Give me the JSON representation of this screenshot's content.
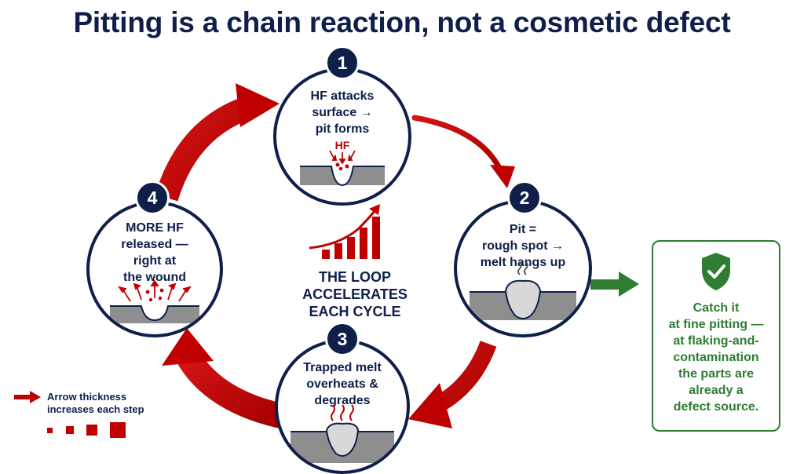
{
  "title": "Pitting is a chain reaction, not a cosmetic defect",
  "colors": {
    "navy": "#0f1f4a",
    "red": "#c00000",
    "green": "#2e7d32",
    "surface_gray": "#9a9a9a"
  },
  "steps": [
    {
      "number": "1",
      "lines": [
        "HF attacks",
        "surface →",
        "pit forms"
      ],
      "icon": "hf-attack-pit-icon",
      "hf_label": "HF"
    },
    {
      "number": "2",
      "lines": [
        "Pit =",
        "rough spot →",
        "melt hangs up"
      ],
      "icon": "melt-hang-up-icon"
    },
    {
      "number": "3",
      "lines": [
        "Trapped melt",
        "overheats &",
        "degrades"
      ],
      "icon": "overheat-heat-waves-icon"
    },
    {
      "number": "4",
      "lines": [
        "MORE HF",
        "released —",
        "right at",
        "the wound"
      ],
      "icon": "hf-release-arrows-icon"
    }
  ],
  "center": {
    "lines": [
      "THE LOOP",
      "ACCELERATES",
      "EACH CYCLE"
    ],
    "icon": "rising-bar-chart-icon"
  },
  "callout": {
    "icon": "shield-check-icon",
    "lines": [
      "Catch it",
      "at fine pitting —",
      "at flaking-and-",
      "contamination",
      "the parts are",
      "already a",
      "defect source."
    ]
  },
  "legend": {
    "lines": [
      "Arrow thickness",
      "increases each step"
    ],
    "icon": "red-arrow-icon"
  }
}
